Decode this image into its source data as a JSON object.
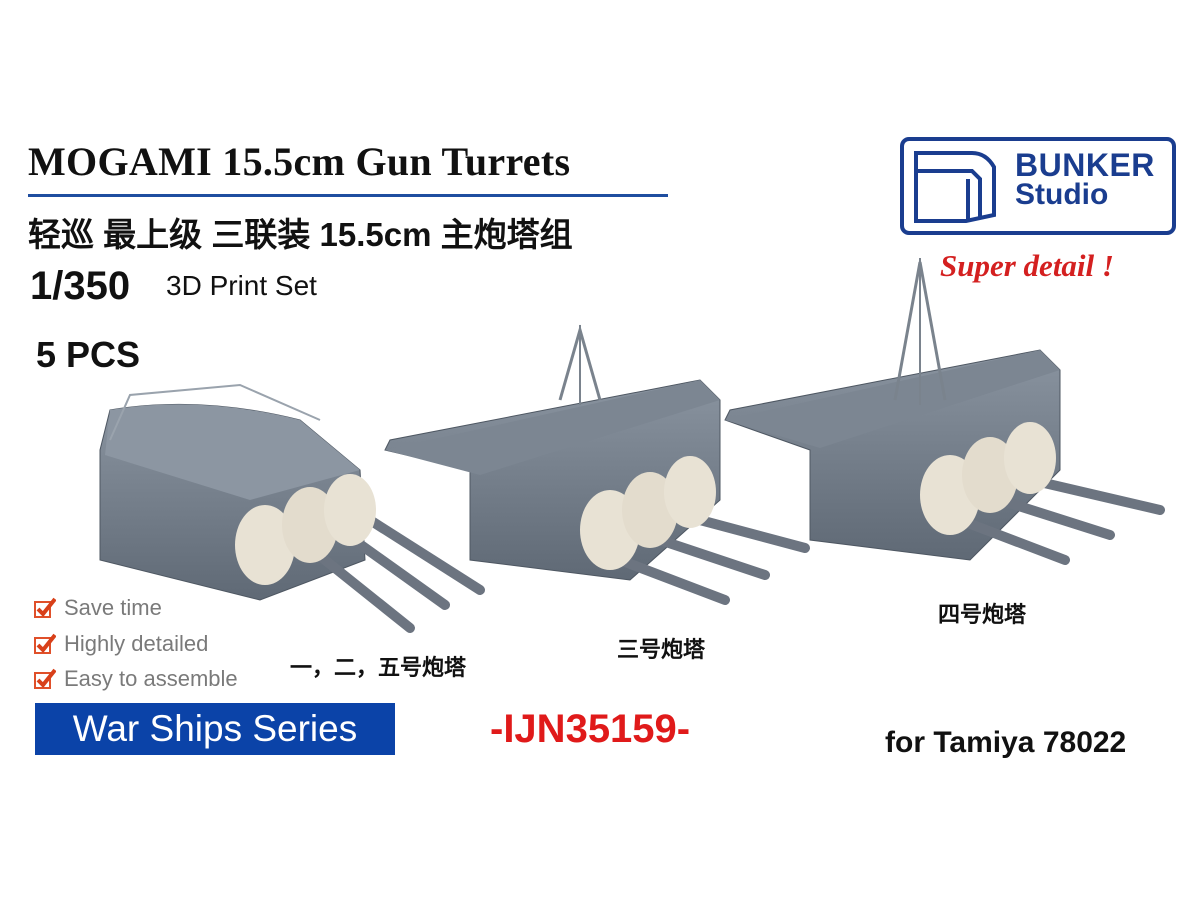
{
  "header": {
    "title": "MOGAMI 15.5cm Gun Turrets",
    "subtitle_cn": "轻巡 最上级 三联装 15.5cm 主炮塔组",
    "scale": "1/350",
    "set_type": "3D Print Set",
    "pieces": "5 PCS"
  },
  "brand": {
    "line1": "BUNKER",
    "line2": "Studio",
    "tagline": "Super detail !",
    "color": "#1a3d8f"
  },
  "features": [
    {
      "label": "Save time",
      "icon": "checkbox-checked-icon"
    },
    {
      "label": "Highly detailed",
      "icon": "checkbox-checked-icon"
    },
    {
      "label": "Easy to assemble",
      "icon": "checkbox-checked-icon"
    }
  ],
  "turret_labels": {
    "turret_1_2_5": "一，二，五号炮塔",
    "turret_3": "三号炮塔",
    "turret_4": "四号炮塔"
  },
  "footer": {
    "series": "War Ships Series",
    "product_code": "-IJN35159-",
    "compatibility": "for Tamiya 78022"
  },
  "colors": {
    "title_rule": "#1f4ea0",
    "series_bg": "#0b43a8",
    "code_red": "#e01a1a",
    "turret_gray": "#6e7986"
  }
}
